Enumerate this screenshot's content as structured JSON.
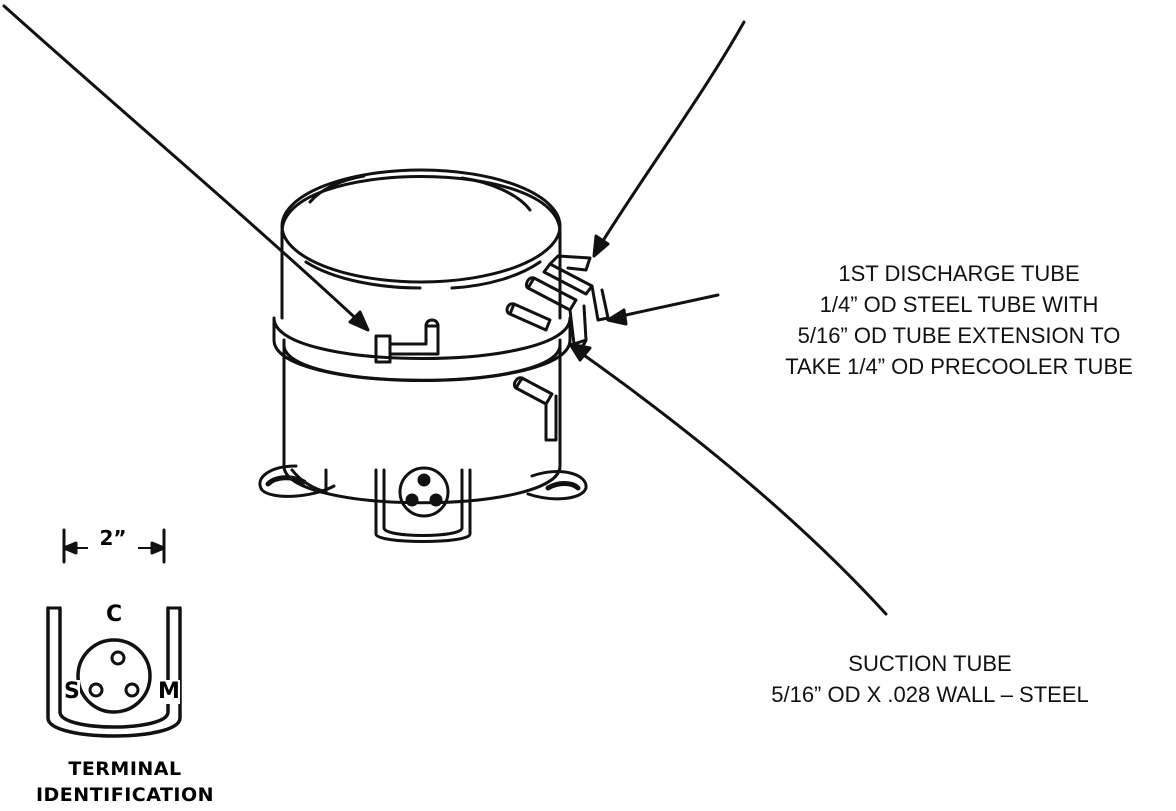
{
  "diagram": {
    "discharge_callout": {
      "lines": [
        "1ST DISCHARGE TUBE",
        "1/4” OD STEEL TUBE WITH",
        "5/16” OD TUBE EXTENSION TO",
        "TAKE 1/4” OD PRECOOLER TUBE"
      ]
    },
    "suction_callout": {
      "lines": [
        "SUCTION TUBE",
        "5/16” OD  X  .028 WALL – STEEL"
      ]
    },
    "terminal_block": {
      "dimension": "2”",
      "terminals": {
        "common": "C",
        "start": "S",
        "main": "M"
      },
      "caption": [
        "TERMINAL",
        "IDENTIFICATION"
      ]
    },
    "colors": {
      "ink": "#111111",
      "background": "#ffffff"
    }
  }
}
